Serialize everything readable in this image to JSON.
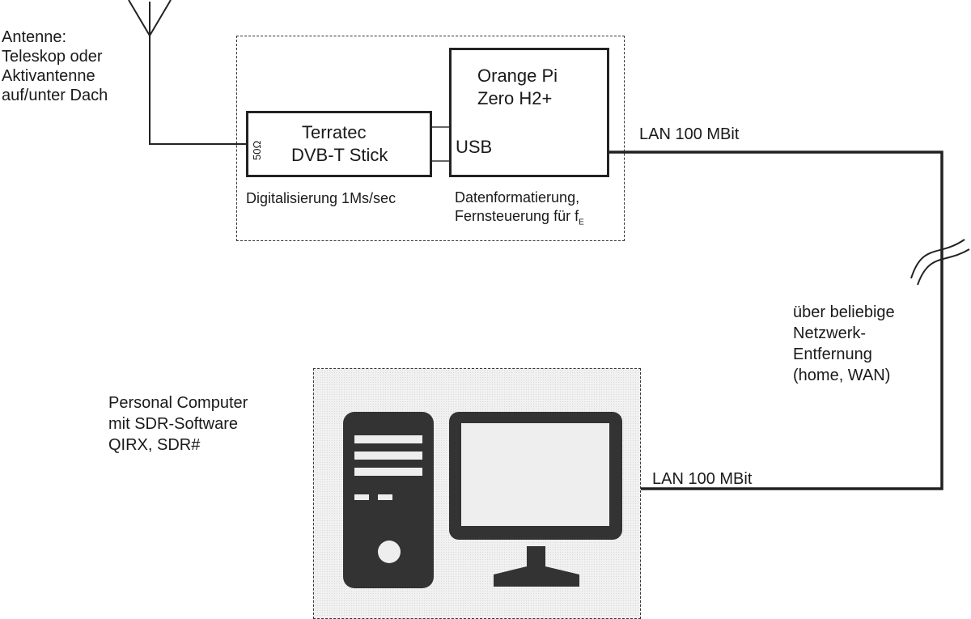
{
  "antenna": {
    "label_lines": [
      "Antenne:",
      "Teleskop oder",
      "Aktivantenne",
      "auf/unter Dach"
    ]
  },
  "dvb_stick": {
    "title_lines": [
      "Terratec",
      "DVB-T Stick"
    ],
    "impedance": "50Ω",
    "caption": "Digitalisierung 1Ms/sec"
  },
  "orange_pi": {
    "title_lines": [
      "Orange Pi",
      "Zero H2+"
    ],
    "port_label": "USB",
    "caption_line1": "Datenformatierung,",
    "caption_line2_prefix": "Fernsteuerung für f",
    "caption_line2_subscript": "E"
  },
  "network": {
    "lan_top": "LAN 100 MBit",
    "lan_bottom": "LAN 100 MBit",
    "distance_lines": [
      "über beliebige",
      "Netzwerk-",
      "Entfernung",
      "(home, WAN)"
    ]
  },
  "computer": {
    "label_lines": [
      "Personal Computer",
      "mit SDR-Software",
      "QIRX, SDR#"
    ],
    "icon": "desktop-computer-icon"
  }
}
